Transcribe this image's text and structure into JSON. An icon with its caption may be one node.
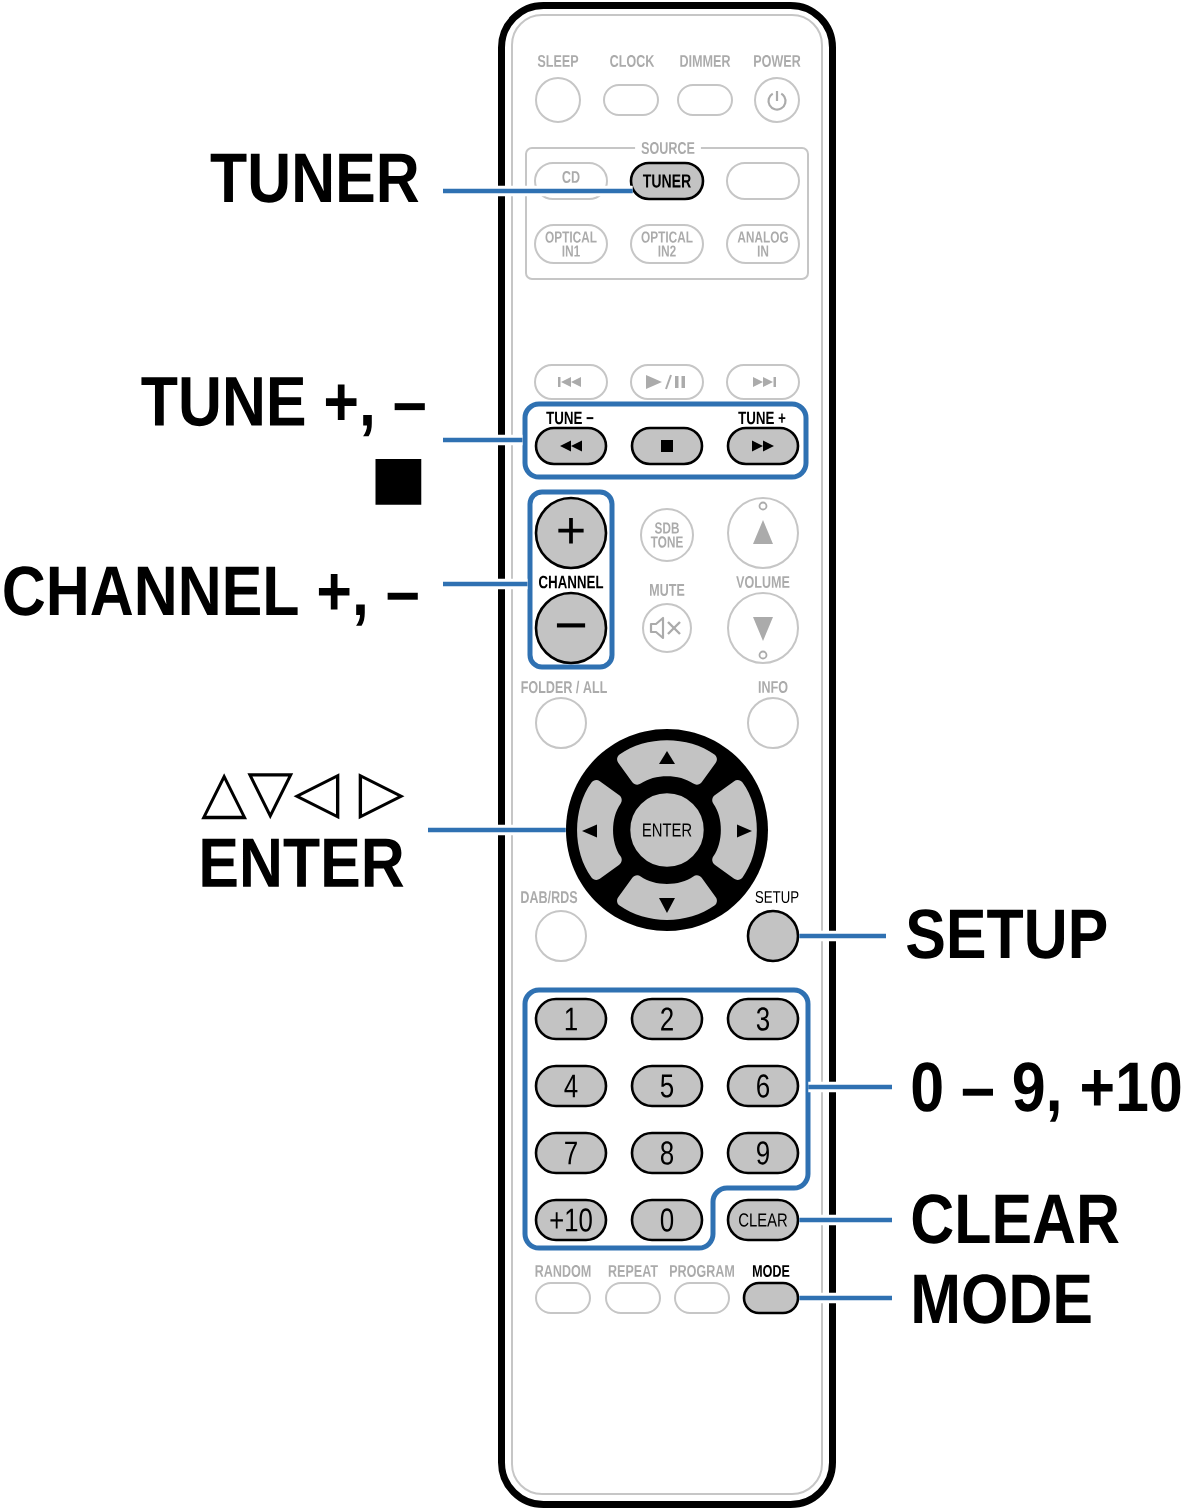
{
  "diagram": {
    "nodes": [
      {
        "text": [],
        "shape": "box"
      },
      {
        "text": [
          "SLEEP"
        ],
        "in": 0
      },
      {
        "text": [
          "CLOCK"
        ],
        "in": 0
      },
      {
        "text": [
          "DIMMER"
        ],
        "in": 0
      },
      {
        "text": [
          "POWER"
        ],
        "in": 0
      },
      {
        "text": [
          "SOURCE"
        ],
        "in": 0
      },
      {
        "text": [
          "TUNER"
        ]
      },
      {
        "text": [
          "CD"
        ],
        "in": 5
      },
      {
        "text": [
          "TUNER"
        ],
        "in": 5
      },
      {
        "text": [],
        "shape": "box",
        "in": 5
      },
      {
        "text": [
          "OPTICAL IN1"
        ],
        "in": 5
      },
      {
        "text": [
          "OPTICAL IN2"
        ],
        "in": 5
      },
      {
        "text": [
          "ANALOG IN"
        ],
        "in": 5
      },
      {
        "text": [],
        "shape": "box",
        "in": 0
      },
      {
        "text": [],
        "shape": "box",
        "in": 0
      },
      {
        "text": [],
        "shape": "box",
        "in": 0
      },
      {
        "text": [
          "TUNE +, –",
          "■"
        ]
      },
      {
        "text": [],
        "shape": "box",
        "in": 0
      },
      {
        "text": [
          "TUNE −"
        ],
        "in": 17
      },
      {
        "text": [],
        "shape": "box",
        "in": 17
      },
      {
        "text": [
          "TUNE +"
        ],
        "in": 17
      },
      {
        "text": [
          "CHANNEL +, –"
        ]
      },
      {
        "text": [
          "CHANNEL"
        ],
        "in": 0
      },
      {
        "text": [
          "+"
        ],
        "in": 22
      },
      {
        "text": [
          "−"
        ],
        "in": 22
      },
      {
        "text": [
          "SDB TONE"
        ],
        "in": 0
      },
      {
        "text": [],
        "shape": "circle",
        "in": 0
      },
      {
        "text": [
          "MUTE"
        ],
        "in": 0
      },
      {
        "text": [],
        "shape": "circle",
        "in": 0
      },
      {
        "text": [
          "FOLDER / ALL"
        ],
        "in": 0
      },
      {
        "text": [
          "INFO"
        ],
        "in": 0
      },
      {
        "text": [
          "△▽◁ ▷",
          "ENTER"
        ]
      },
      {
        "text": [],
        "shape": "circle",
        "in": 0
      },
      {
        "text": [
          "ENTER"
        ],
        "in": 32
      },
      {
        "text": [
          "DAB/RDS"
        ],
        "in": 0
      },
      {
        "text": [
          "SETUP"
        ],
        "in": 0
      },
      {
        "text": [
          "SETUP"
        ]
      },
      {
        "text": [],
        "shape": "box",
        "in": 0
      },
      {
        "text": [
          "1"
        ],
        "in": 37
      },
      {
        "text": [
          "2"
        ],
        "in": 37
      },
      {
        "text": [
          "3"
        ],
        "in": 37
      },
      {
        "text": [
          "4"
        ],
        "in": 37
      },
      {
        "text": [
          "5"
        ],
        "in": 37
      },
      {
        "text": [
          "6"
        ],
        "in": 37
      },
      {
        "text": [
          "7"
        ],
        "in": 37
      },
      {
        "text": [
          "8"
        ],
        "in": 37
      },
      {
        "text": [
          "9"
        ],
        "in": 37
      },
      {
        "text": [
          "+10"
        ],
        "in": 37
      },
      {
        "text": [
          "0"
        ],
        "in": 37
      },
      {
        "text": [
          "0 – 9, +10"
        ]
      },
      {
        "text": [
          "CLEAR"
        ],
        "in": 0
      },
      {
        "text": [
          "CLEAR"
        ]
      },
      {
        "text": [
          "RANDOM"
        ],
        "in": 0
      },
      {
        "text": [
          "REPEAT"
        ],
        "in": 0
      },
      {
        "text": [
          "PROGRAM"
        ],
        "in": 0
      },
      {
        "text": [
          "MODE"
        ],
        "in": 0
      },
      {
        "text": [
          "MODE"
        ]
      }
    ],
    "edges": [
      {
        "from": 6,
        "to": 8,
        "arrow": "none"
      },
      {
        "from": 16,
        "to": 17,
        "arrow": "none"
      },
      {
        "from": 21,
        "to": 22,
        "arrow": "none"
      },
      {
        "from": 31,
        "to": 32,
        "arrow": "none"
      },
      {
        "from": 36,
        "to": 35,
        "arrow": "none"
      },
      {
        "from": 49,
        "to": 37,
        "arrow": "none"
      },
      {
        "from": 51,
        "to": 50,
        "arrow": "none"
      },
      {
        "from": 56,
        "to": 55,
        "arrow": "none"
      }
    ],
    "labels": [
      "VOLUME"
    ]
  }
}
